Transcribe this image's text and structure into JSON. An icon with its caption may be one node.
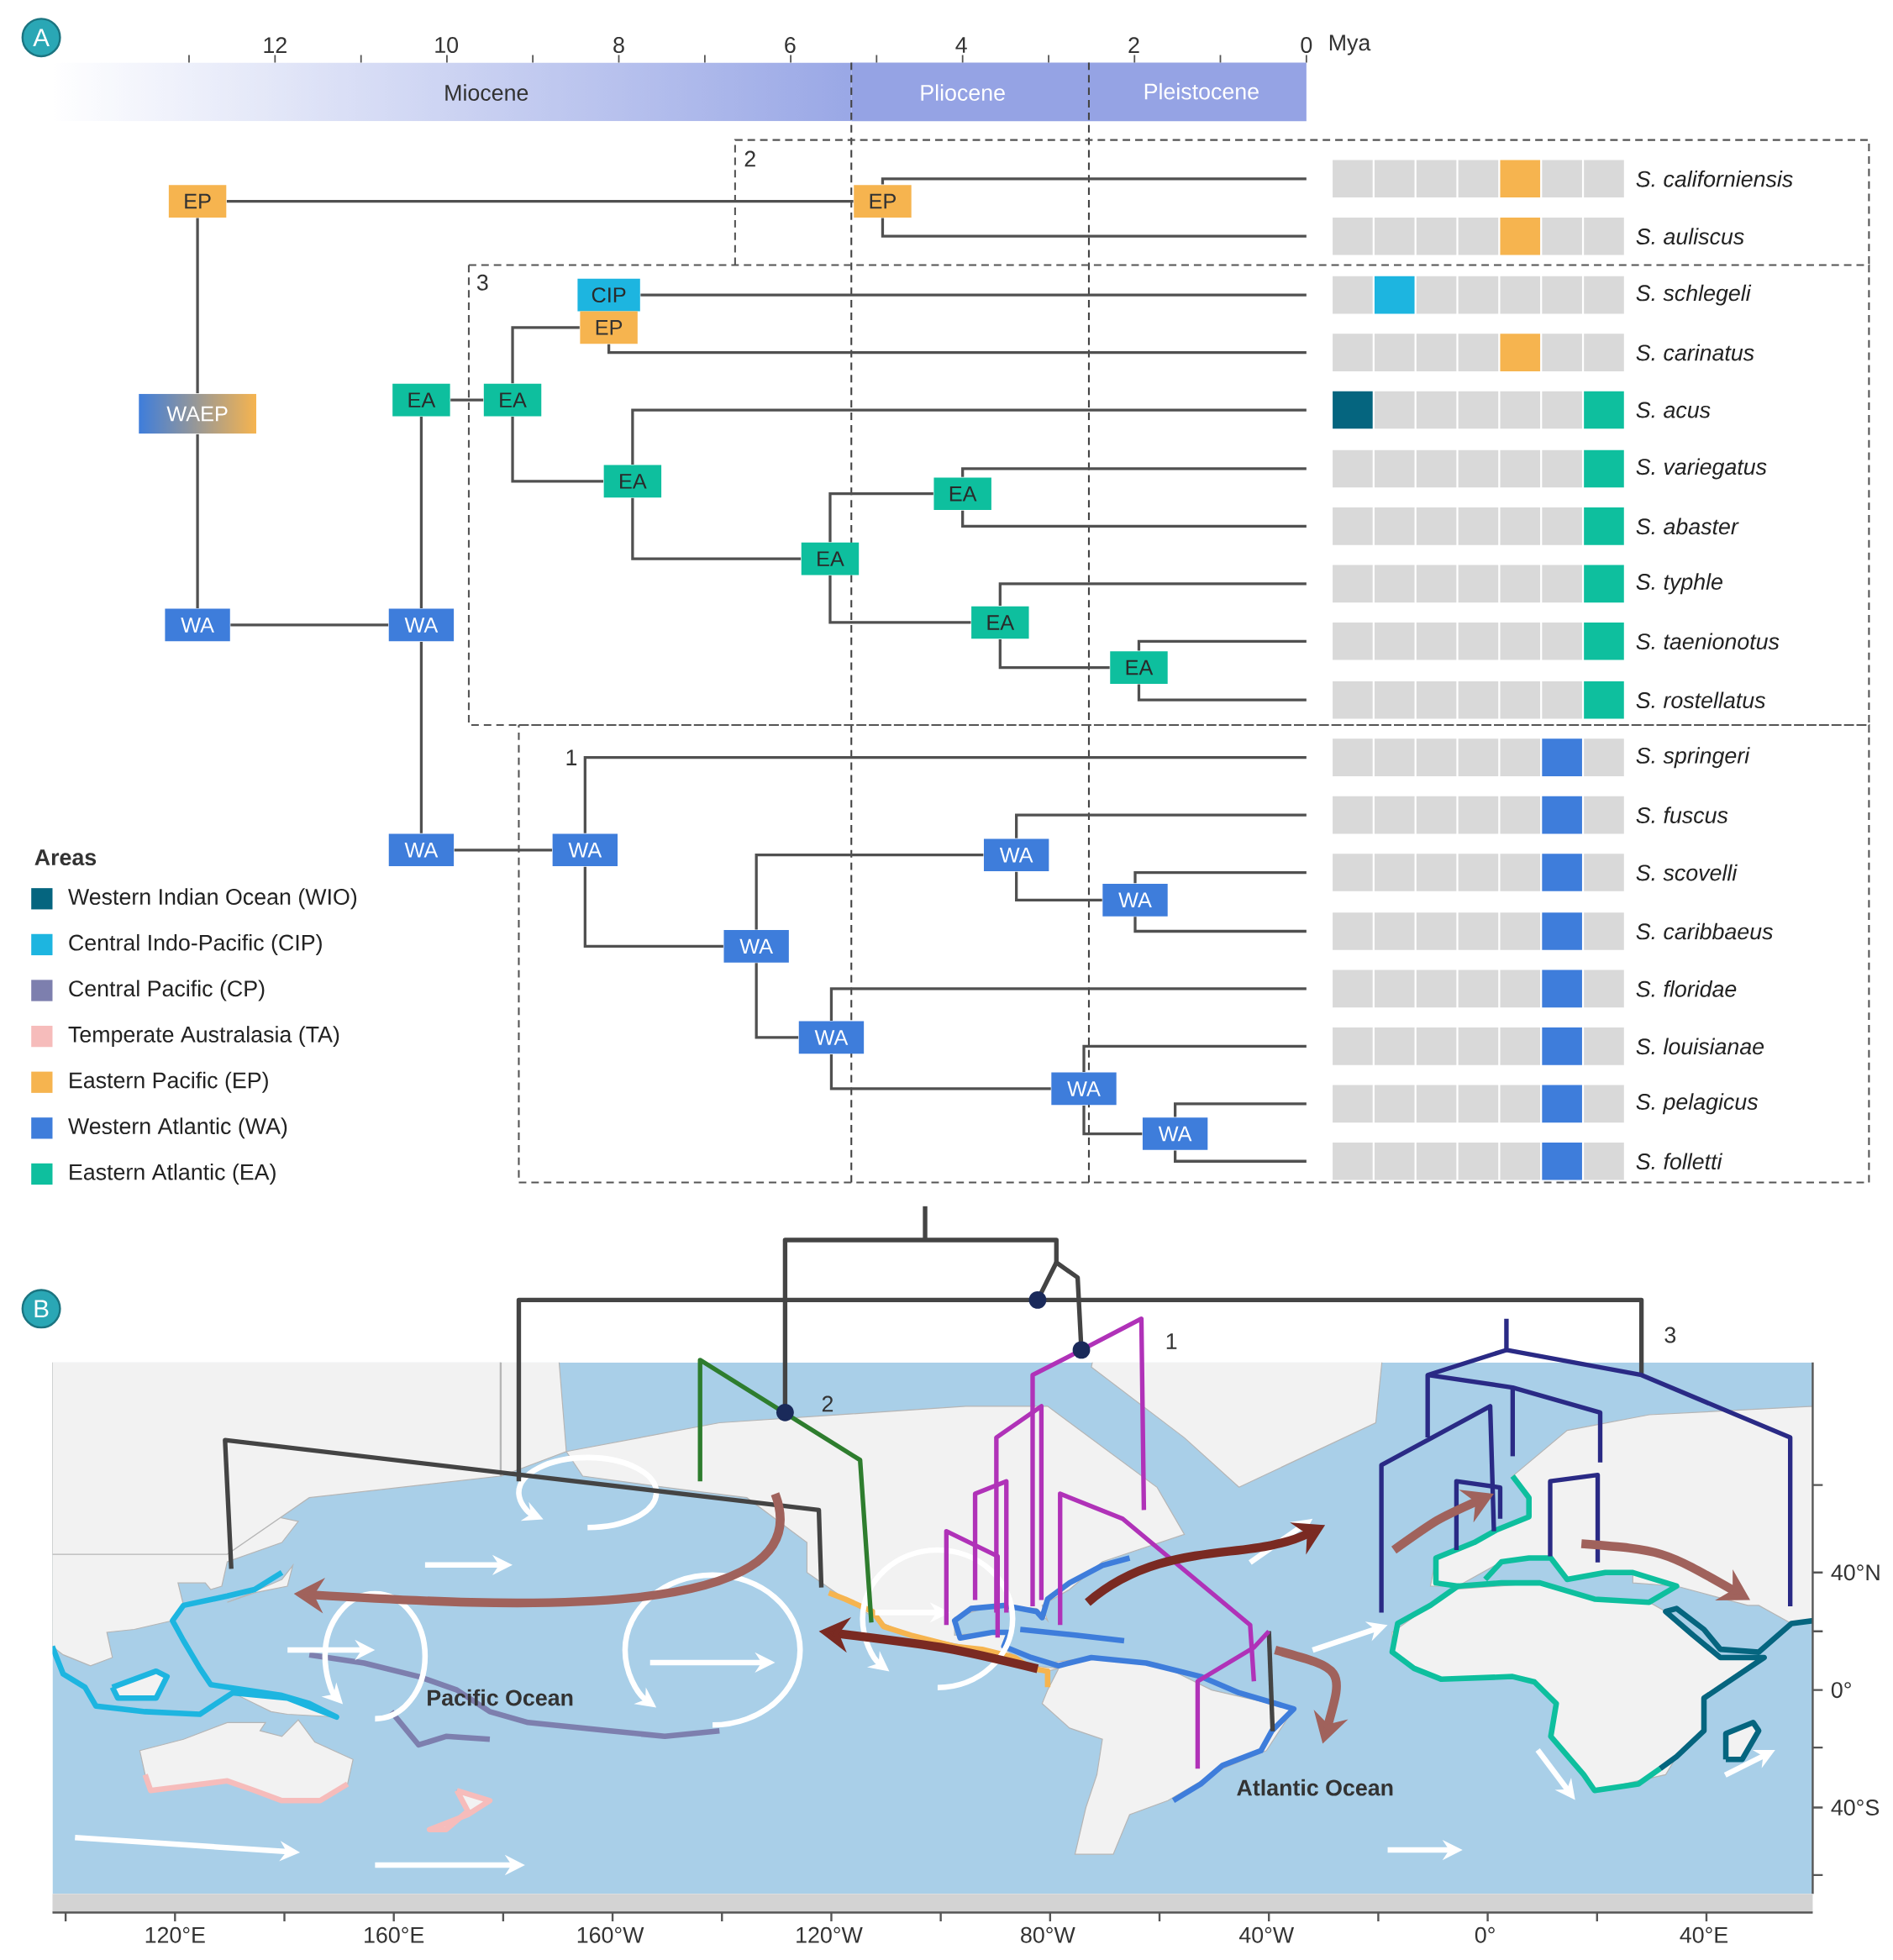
{
  "diagram": {
    "nodes": [
      {
        "text": [
          "WAEP"
        ]
      },
      {
        "text": [
          "EP"
        ]
      },
      {
        "text": [
          "EP"
        ]
      },
      {
        "text": [
          "WA"
        ]
      },
      {
        "text": [
          "WA"
        ]
      },
      {
        "text": [
          "EA"
        ]
      },
      {
        "text": [
          "EA"
        ]
      },
      {
        "text": [
          "CIP"
        ]
      },
      {
        "text": [
          "EP"
        ]
      },
      {
        "text": [
          "EA"
        ]
      },
      {
        "text": [
          "EA"
        ]
      },
      {
        "text": [
          "EA"
        ]
      },
      {
        "text": [
          "EA"
        ]
      },
      {
        "text": [
          "EA"
        ]
      },
      {
        "text": [
          "WA"
        ]
      },
      {
        "text": [
          "WA"
        ]
      },
      {
        "text": [
          "WA"
        ]
      },
      {
        "text": [
          "WA"
        ]
      },
      {
        "text": [
          "WA"
        ]
      },
      {
        "text": [
          "WA"
        ]
      },
      {
        "text": [
          "WA"
        ]
      },
      {
        "text": [
          "WA"
        ]
      },
      {
        "text": [
          "S. californiensis"
        ]
      },
      {
        "text": [
          "S. auliscus"
        ]
      },
      {
        "text": [
          "S. schlegeli"
        ]
      },
      {
        "text": [
          "S. carinatus"
        ]
      },
      {
        "text": [
          "S. acus"
        ]
      },
      {
        "text": [
          "S. variegatus"
        ]
      },
      {
        "text": [
          "S. abaster"
        ]
      },
      {
        "text": [
          "S. typhle"
        ]
      },
      {
        "text": [
          "S. taenionotus"
        ]
      },
      {
        "text": [
          "S. rostellatus"
        ]
      },
      {
        "text": [
          "S. springeri"
        ]
      },
      {
        "text": [
          "S. fuscus"
        ]
      },
      {
        "text": [
          "S. scovelli"
        ]
      },
      {
        "text": [
          "S. caribbaeus"
        ]
      },
      {
        "text": [
          "S. floridae"
        ]
      },
      {
        "text": [
          "S. louisianae"
        ]
      },
      {
        "text": [
          "S. pelagicus"
        ]
      },
      {
        "text": [
          "S. folletti"
        ]
      }
    ],
    "edges": [
      {
        "from": 0,
        "to": 1,
        "arrow": "none"
      },
      {
        "from": 0,
        "to": 3,
        "arrow": "none"
      },
      {
        "from": 1,
        "to": 2,
        "arrow": "none"
      },
      {
        "from": 2,
        "to": 22,
        "arrow": "none"
      },
      {
        "from": 2,
        "to": 23,
        "arrow": "none"
      },
      {
        "from": 3,
        "to": 4,
        "arrow": "none"
      },
      {
        "from": 4,
        "to": 5,
        "arrow": "none"
      },
      {
        "from": 4,
        "to": 14,
        "arrow": "none"
      },
      {
        "from": 5,
        "to": 6,
        "arrow": "none"
      },
      {
        "from": 6,
        "to": 8,
        "arrow": "none"
      },
      {
        "from": 6,
        "to": 9,
        "arrow": "none"
      },
      {
        "from": 7,
        "to": 24,
        "arrow": "none"
      },
      {
        "from": 8,
        "to": 25,
        "arrow": "none"
      },
      {
        "from": 9,
        "to": 26,
        "arrow": "none"
      },
      {
        "from": 9,
        "to": 10,
        "arrow": "none"
      },
      {
        "from": 10,
        "to": 11,
        "arrow": "none"
      },
      {
        "from": 10,
        "to": 12,
        "arrow": "none"
      },
      {
        "from": 11,
        "to": 27,
        "arrow": "none"
      },
      {
        "from": 11,
        "to": 28,
        "arrow": "none"
      },
      {
        "from": 12,
        "to": 29,
        "arrow": "none"
      },
      {
        "from": 12,
        "to": 13,
        "arrow": "none"
      },
      {
        "from": 13,
        "to": 30,
        "arrow": "none"
      },
      {
        "from": 13,
        "to": 31,
        "arrow": "none"
      },
      {
        "from": 14,
        "to": 15,
        "arrow": "none"
      },
      {
        "from": 15,
        "to": 32,
        "arrow": "none"
      },
      {
        "from": 15,
        "to": 16,
        "arrow": "none"
      },
      {
        "from": 16,
        "to": 17,
        "arrow": "none"
      },
      {
        "from": 16,
        "to": 19,
        "arrow": "none"
      },
      {
        "from": 17,
        "to": 33,
        "arrow": "none"
      },
      {
        "from": 17,
        "to": 18,
        "arrow": "none"
      },
      {
        "from": 18,
        "to": 34,
        "arrow": "none"
      },
      {
        "from": 18,
        "to": 35,
        "arrow": "none"
      },
      {
        "from": 19,
        "to": 36,
        "arrow": "none"
      },
      {
        "from": 19,
        "to": 20,
        "arrow": "none"
      },
      {
        "from": 20,
        "to": 37,
        "arrow": "none"
      },
      {
        "from": 20,
        "to": 21,
        "arrow": "none"
      },
      {
        "from": 21,
        "to": 38,
        "arrow": "none"
      },
      {
        "from": 21,
        "to": 39,
        "arrow": "none"
      }
    ],
    "labels": [
      "A",
      "12",
      "10",
      "8",
      "6",
      "4",
      "2",
      "0",
      "Mya",
      "Miocene",
      "Pliocene",
      "Pleistocene",
      "2",
      "3",
      "1",
      "Areas",
      "B",
      "1",
      "3",
      "2",
      "Pacific Ocean",
      "Atlantic Ocean",
      "40°N",
      "0°",
      "40°S",
      "120°E",
      "160°E",
      "160°W",
      "120°W",
      "80°W",
      "40°W",
      "0°",
      "40°E"
    ],
    "legend": [
      {
        "text": "Western Indian Ocean (WIO)",
        "color": "#05657f"
      },
      {
        "text": "Central Indo-Pacific (CIP)",
        "color": "#1db5e0"
      },
      {
        "text": "Central Pacific (CP)",
        "color": "#7d7fae"
      },
      {
        "text": "Temperate Australasia (TA)",
        "color": "#f6bcbb"
      },
      {
        "text": "Eastern Pacific (EP)",
        "color": "#f6b44f"
      },
      {
        "text": "Western Atlantic (WA)",
        "color": "#3e7ddb"
      },
      {
        "text": "Eastern Atlantic (EA)",
        "color": "#0ebf9e"
      }
    ]
  }
}
